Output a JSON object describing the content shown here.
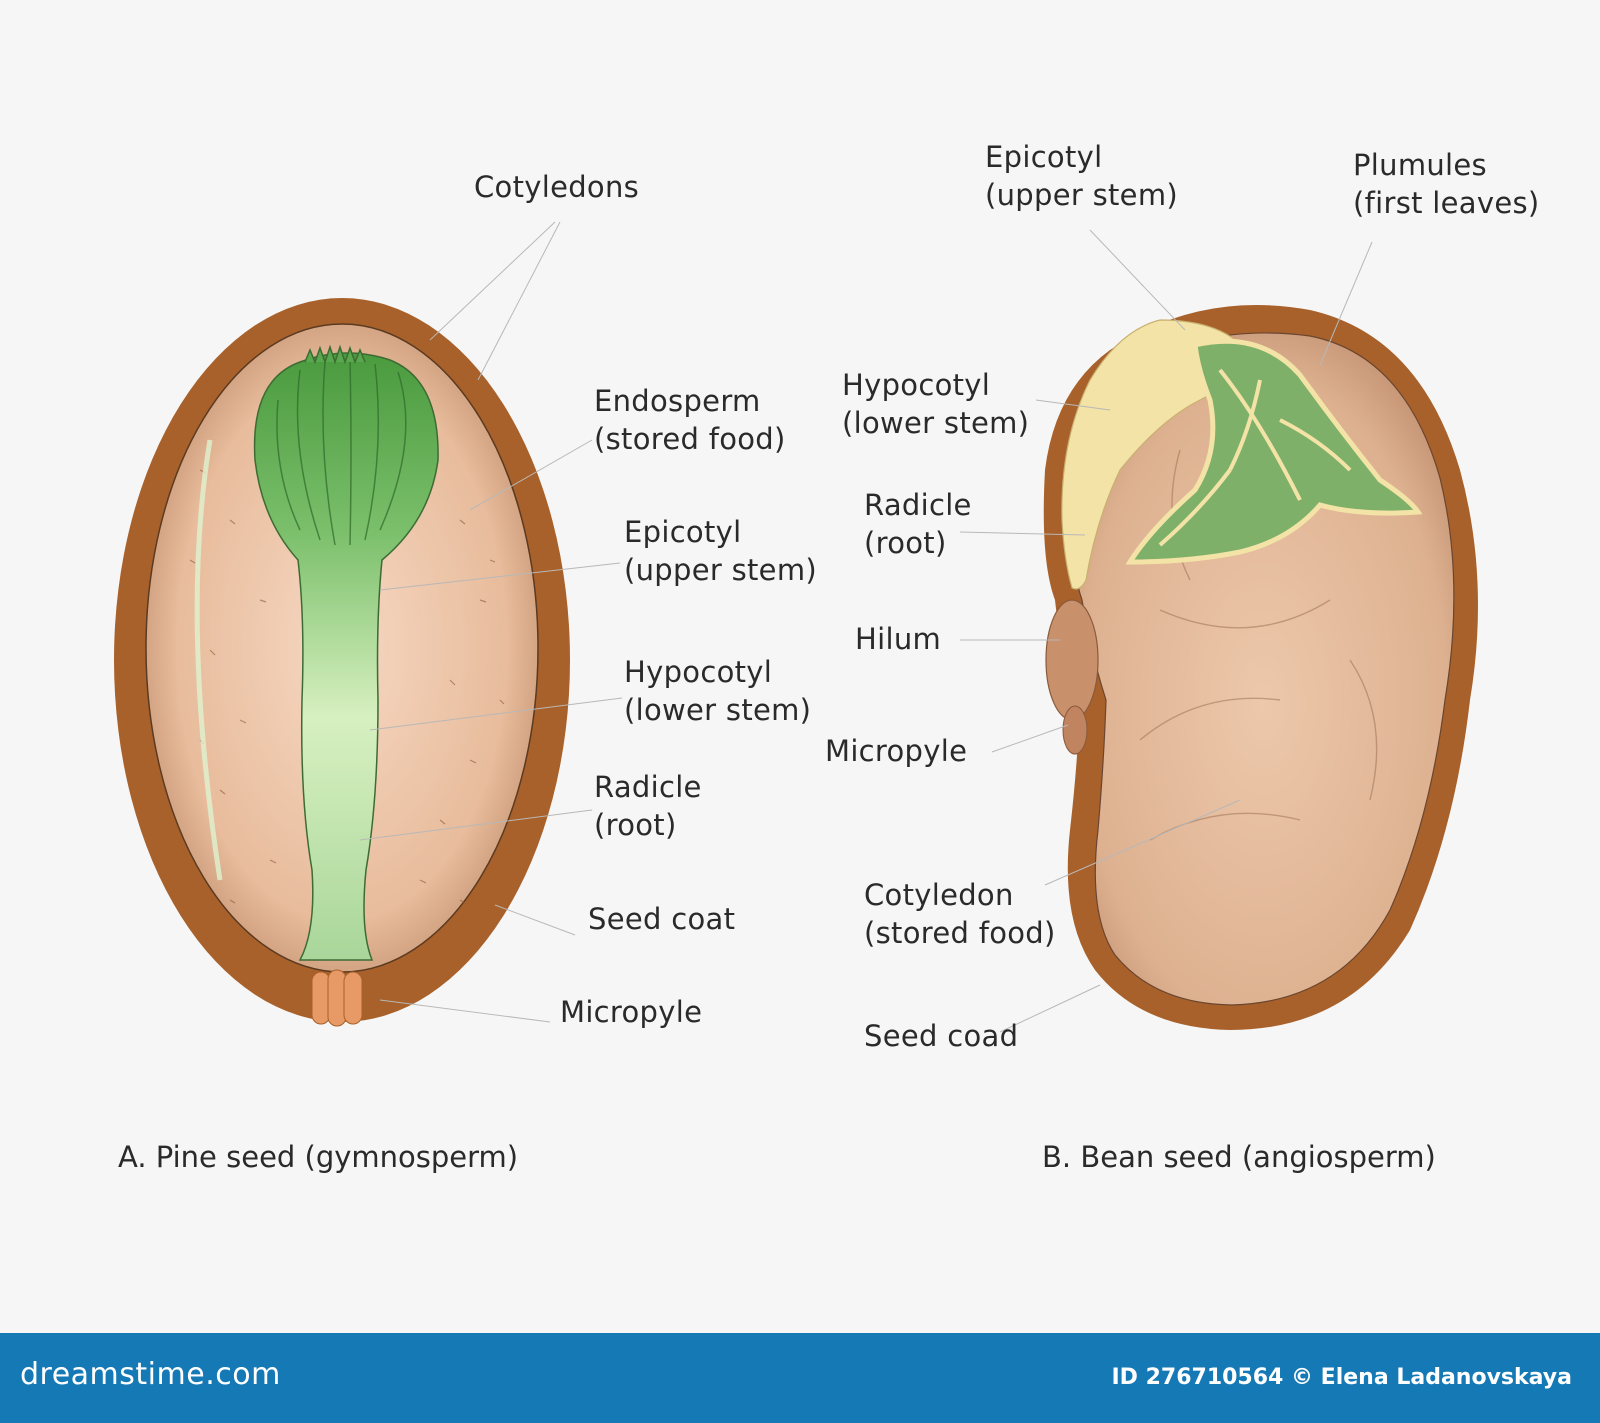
{
  "pine": {
    "caption": "A. Pine seed (gymnosperm)",
    "labels": {
      "cotyledons": "Cotyledons",
      "endosperm": [
        "Endosperm",
        "(stored food)"
      ],
      "epicotyl": [
        "Epicotyl",
        "(upper stem)"
      ],
      "hypocotyl": [
        "Hypocotyl",
        "(lower stem)"
      ],
      "radicle": [
        "Radicle",
        "(root)"
      ],
      "seed_coat": "Seed coat",
      "micropyle": "Micropyle"
    }
  },
  "bean": {
    "caption": "B. Bean seed (angiosperm)",
    "labels": {
      "epicotyl": [
        "Epicotyl",
        "(upper stem)"
      ],
      "plumules": [
        "Plumules",
        "(first leaves)"
      ],
      "hypocotyl": [
        "Hypocotyl",
        "(lower stem)"
      ],
      "radicle": [
        "Radicle",
        "(root)"
      ],
      "hilum": "Hilum",
      "micropyle": "Micropyle",
      "cotyledon": [
        "Cotyledon",
        "(stored food)"
      ],
      "seed_coat": "Seed coad"
    }
  },
  "footer": {
    "brand": "dreamstime.com",
    "credit": "ID 276710564 © Elena Ladanovskaya"
  },
  "colors": {
    "seed_coat": "#a8612a",
    "endosperm": "#d9aa88",
    "embryo_green": "#5aa84e",
    "bean_cotyledon": "#dcae8c",
    "bean_embryo": "#f3e3a6",
    "footer_bar": "#1579b5"
  }
}
